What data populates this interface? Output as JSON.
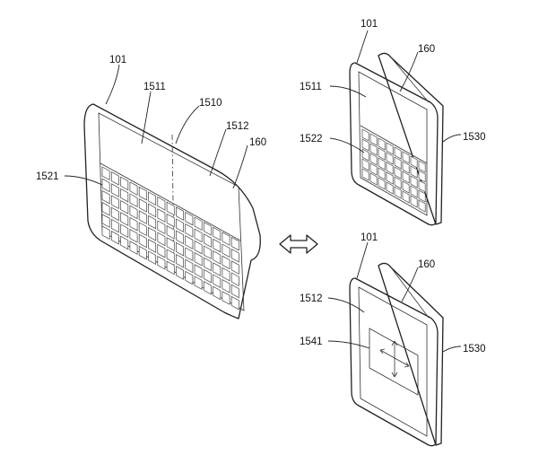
{
  "left_device": {
    "labels": {
      "device": "101",
      "area_1": "1511",
      "fold_line": "1510",
      "area_2": "1512",
      "flexible_display": "160",
      "keyboard": "1521"
    }
  },
  "top_right_device": {
    "labels": {
      "device": "101",
      "flexible_display": "160",
      "area_1": "1511",
      "keyboard": "1522",
      "rear_portion": "1530"
    }
  },
  "bottom_right_device": {
    "labels": {
      "device": "101",
      "flexible_display": "160",
      "area_2": "1512",
      "direction_pad": "1541",
      "rear_portion": "1530"
    }
  },
  "transition_arrow": {
    "icon": "double-headed-arrow-icon"
  }
}
